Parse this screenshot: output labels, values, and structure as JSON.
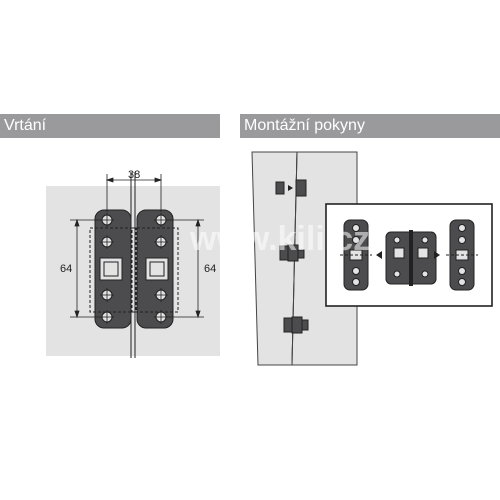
{
  "sections": {
    "drilling": {
      "title": "Vrtání"
    },
    "mounting": {
      "title": "Montážní pokyny"
    }
  },
  "dimensions": {
    "width": "38",
    "height_left": "64",
    "height_right": "64"
  },
  "watermark": "www.kili.cz",
  "colors": {
    "bar": "#9a9a9c",
    "panel": "#e3e3e3",
    "hinge": "#4c4c4e",
    "outline": "#222222"
  }
}
